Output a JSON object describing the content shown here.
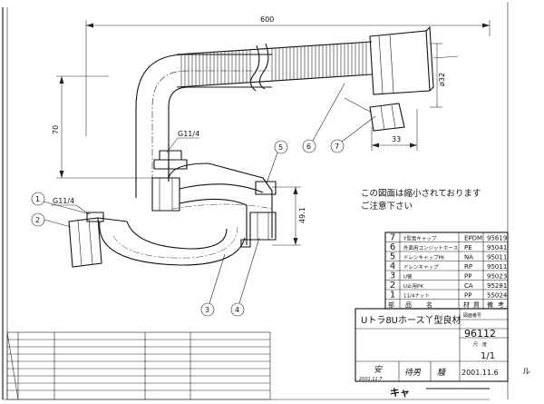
{
  "drawing": {
    "dim_length": "600",
    "dim_height": "70",
    "dim_diameter": "ø32",
    "dim_33": "33",
    "dim_49": "49.1",
    "thread_top": "G11/4",
    "thread_left": "G11/4"
  },
  "callouts": [
    "1",
    "2",
    "3",
    "4",
    "5",
    "6",
    "7"
  ],
  "note": {
    "line1": "この図面は縮小されております",
    "line2": "ご注意下さい"
  },
  "parts_table": {
    "rows": [
      {
        "no": "7",
        "name": "Y型直キャップ",
        "material": "EPDM",
        "code": "95619"
      },
      {
        "no": "6",
        "name": "外面用コンジットホース",
        "material": "PE",
        "code": "95041"
      },
      {
        "no": "5",
        "name": "ドレンキャップPK",
        "material": "NA",
        "code": "95011"
      },
      {
        "no": "4",
        "name": "ドレンキャップ",
        "material": "RP",
        "code": "95011"
      },
      {
        "no": "3",
        "name": "U管",
        "material": "PP",
        "code": "95023"
      },
      {
        "no": "2",
        "name": "U止用PK",
        "material": "CA",
        "code": "95281"
      },
      {
        "no": "1",
        "name": "11/4ナット",
        "material": "PP",
        "code": "55024"
      }
    ],
    "footer": [
      "部",
      "品",
      "名",
      "材",
      "質",
      "備",
      "考"
    ]
  },
  "title_block": {
    "title": "Uトラ8Uホース丫型良材",
    "drawing_number_label": "図面番号",
    "drawing_number": "96112",
    "scale_label": "尺　度",
    "scale": "1/1",
    "date": "2001.11.6",
    "signature_left": "安",
    "signature_date_left": "2001.11.7",
    "signature_mid": "待男",
    "signature_right": "騒",
    "maker": "キャ"
  },
  "page_mark": "ル"
}
